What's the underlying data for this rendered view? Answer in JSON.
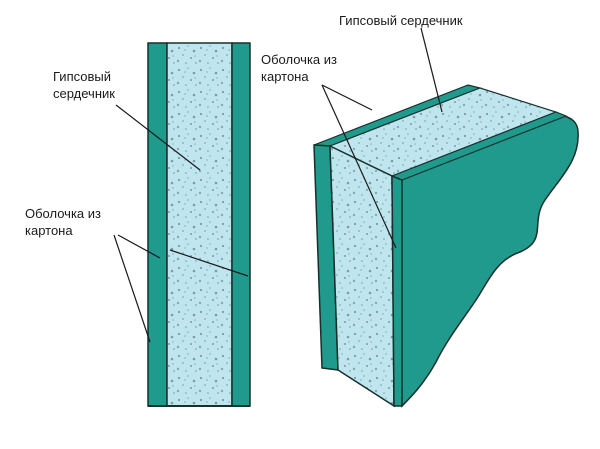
{
  "colors": {
    "shell": "#1f9a8c",
    "shell_dark": "#12796d",
    "core": "#bfe6ef",
    "core_dots": "#7e9aa4",
    "outline": "#17302c",
    "leader": "#1a1a1a"
  },
  "labels": {
    "left_core": [
      "Гипсовый",
      "сердечник"
    ],
    "left_shell": [
      "Оболочка из",
      "картона"
    ],
    "right_core": [
      "Гипсовый сердечник"
    ],
    "right_shell": [
      "Оболочка из",
      "картона"
    ]
  }
}
